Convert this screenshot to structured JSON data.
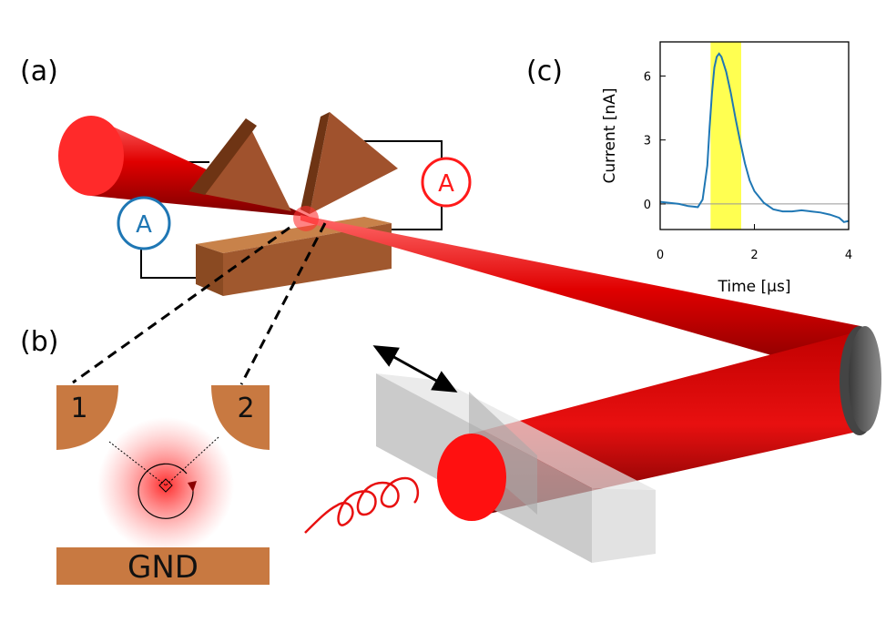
{
  "panels": {
    "a": "(a)",
    "b": "(b)",
    "c": "(c)"
  },
  "ammeters": [
    {
      "label": "A",
      "color": "#1f77b4"
    },
    {
      "label": "A",
      "color": "#ff1a1a"
    }
  ],
  "inset_b": {
    "electrode_1": "1",
    "electrode_2": "2",
    "ground": "GND"
  },
  "colors": {
    "laser": "#e00000",
    "copper": "#a0522d",
    "copper_light": "#c87941",
    "trace": "#1f77b4",
    "highlight": "#ffff33",
    "gray_prism": "#c8c8c8"
  },
  "chart_data": {
    "type": "line",
    "xlabel": "Time [µs]",
    "ylabel": "Current [nA]",
    "xlim": [
      0,
      4
    ],
    "ylim": [
      -1.2,
      7.6
    ],
    "xticks": [
      "0",
      "2",
      "4"
    ],
    "yticks": [
      "0",
      "3",
      "6"
    ],
    "highlight_x": [
      1.07,
      1.72
    ],
    "zero_line": true,
    "series": [
      {
        "x": [
          0,
          0.2,
          0.4,
          0.6,
          0.8,
          0.9,
          1.0,
          1.05,
          1.1,
          1.15,
          1.2,
          1.25,
          1.3,
          1.4,
          1.5,
          1.6,
          1.7,
          1.8,
          1.9,
          2.0,
          2.2,
          2.4,
          2.6,
          2.8,
          3.0,
          3.2,
          3.4,
          3.6,
          3.8,
          3.9,
          4.0
        ],
        "y": [
          0.1,
          0.05,
          0.0,
          -0.1,
          -0.15,
          0.2,
          1.8,
          3.6,
          5.2,
          6.4,
          6.9,
          7.05,
          6.9,
          6.2,
          5.2,
          4.0,
          2.9,
          1.9,
          1.1,
          0.6,
          0.05,
          -0.25,
          -0.35,
          -0.35,
          -0.3,
          -0.35,
          -0.4,
          -0.5,
          -0.65,
          -0.85,
          -0.8
        ]
      }
    ]
  }
}
